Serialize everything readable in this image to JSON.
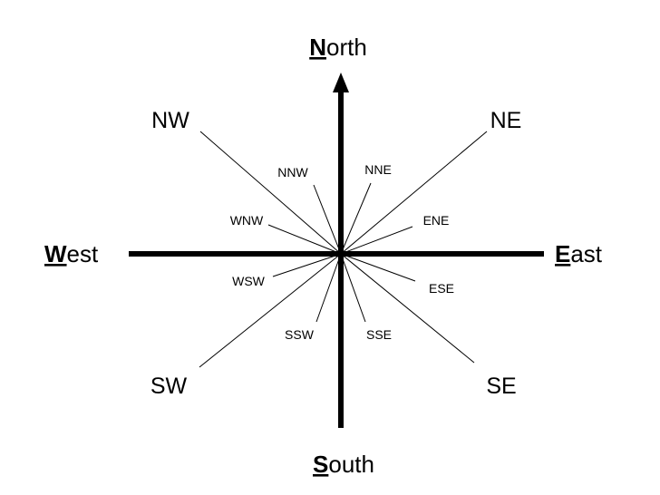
{
  "cardinals": {
    "north": {
      "initial": "N",
      "rest": "orth"
    },
    "east": {
      "initial": "E",
      "rest": "ast"
    },
    "south": {
      "initial": "S",
      "rest": "outh"
    },
    "west": {
      "initial": "W",
      "rest": "est"
    }
  },
  "intercardinals": {
    "ne": "NE",
    "nw": "NW",
    "se": "SE",
    "sw": "SW"
  },
  "secondary": {
    "nne": "NNE",
    "nnw": "NNW",
    "ene": "ENE",
    "wnw": "WNW",
    "ese": "ESE",
    "wsw": "WSW",
    "sse": "SSE",
    "ssw": "SSW"
  },
  "colors": {
    "line": "#000000",
    "background": "#ffffff"
  }
}
